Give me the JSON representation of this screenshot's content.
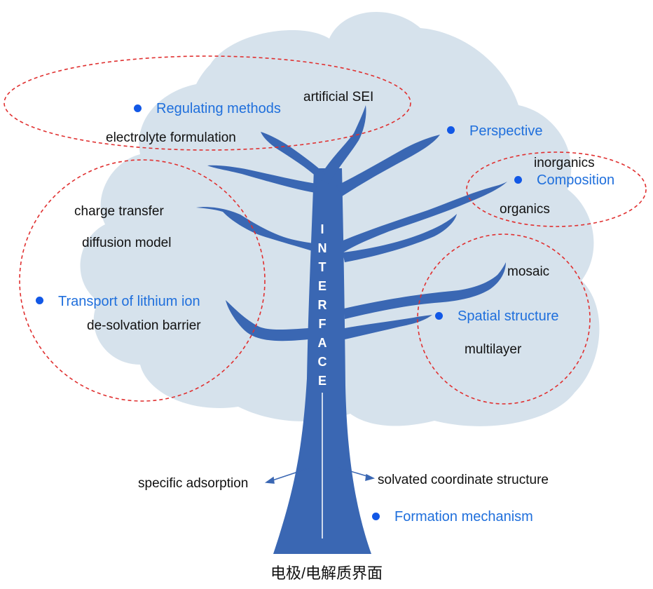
{
  "trunk_label": [
    "I",
    "N",
    "T",
    "E",
    "R",
    "F",
    "A",
    "C",
    "E"
  ],
  "labels": {
    "artificial_sei": "artificial SEI",
    "electrolyte_formulation": "electrolyte formulation",
    "inorganics": "inorganics",
    "organics": "organics",
    "charge_transfer": "charge transfer",
    "diffusion_model": "diffusion model",
    "desolvation_barrier": "de-solvation barrier",
    "mosaic": "mosaic",
    "multilayer": "multilayer",
    "specific_adsorption": "specific adsorption",
    "solvated_coordinate_structure": "solvated coordinate structure"
  },
  "categories": {
    "regulating_methods": "Regulating methods",
    "perspective": "Perspective",
    "composition": "Composition",
    "transport": "Transport of lithium ion",
    "spatial_structure": "Spatial structure",
    "formation_mechanism": "Formation mechanism"
  },
  "caption": "电极/电解质界面",
  "colors": {
    "canopy": "#d6e2ec",
    "tree": "#3a67b3",
    "category_text": "#1f6fdc",
    "bullet": "#1258e6",
    "dashed_ellipse": "#e03030"
  }
}
